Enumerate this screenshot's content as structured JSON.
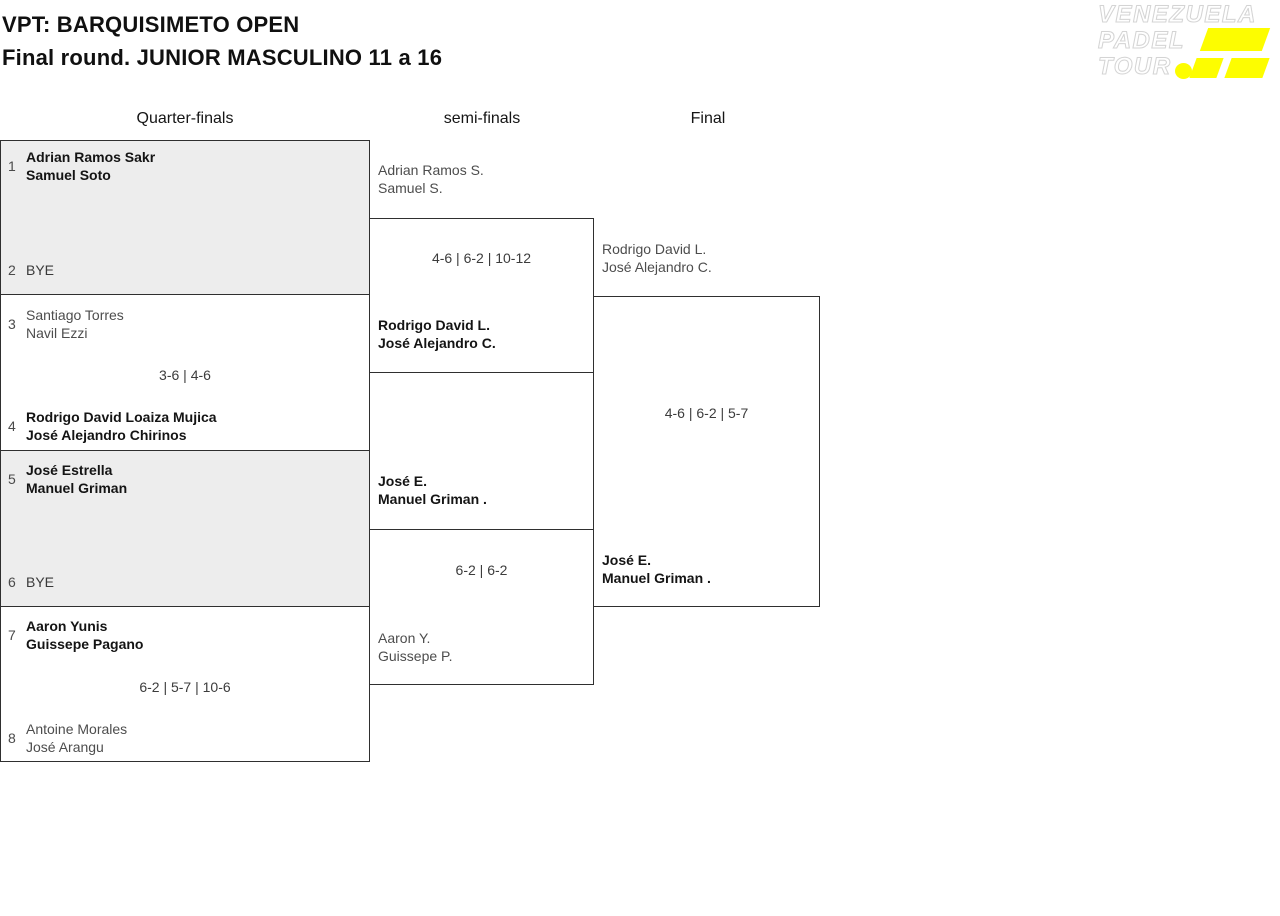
{
  "page": {
    "title_line1": "VPT: BARQUISIMETO OPEN",
    "title_line2": "Final round. JUNIOR MASCULINO 11 a 16"
  },
  "logo": {
    "text_line1": "VENEZUELA",
    "text_line2": "PADEL",
    "text_line3": "TOUR",
    "accent_yellow": "#fdfd00"
  },
  "round_headers": {
    "quarter_finals": "Quarter-finals",
    "semi_finals": "semi-finals",
    "final": "Final"
  },
  "matches": {
    "qf1": {
      "top": {
        "seed": "1",
        "names": [
          "Adrian Ramos Sakr",
          "Samuel Soto"
        ],
        "result": "winner"
      },
      "bottom": {
        "seed": "2",
        "names": [
          "BYE"
        ],
        "result": "bye"
      }
    },
    "qf2": {
      "top": {
        "seed": "3",
        "names": [
          "Santiago Torres",
          "Navil Ezzi"
        ],
        "result": "loser"
      },
      "score": "3-6 | 4-6",
      "bottom": {
        "seed": "4",
        "names": [
          "Rodrigo David Loaiza Mujica",
          "José Alejandro Chirinos"
        ],
        "result": "winner"
      }
    },
    "qf3": {
      "top": {
        "seed": "5",
        "names": [
          "José Estrella",
          "Manuel Griman"
        ],
        "result": "winner"
      },
      "bottom": {
        "seed": "6",
        "names": [
          "BYE"
        ],
        "result": "bye"
      }
    },
    "qf4": {
      "top": {
        "seed": "7",
        "names": [
          "Aaron Yunis",
          "Guissepe Pagano"
        ],
        "result": "winner"
      },
      "score": "6-2 | 5-7 | 10-6",
      "bottom": {
        "seed": "8",
        "names": [
          "Antoine Morales",
          "José Arangu"
        ],
        "result": "loser"
      }
    },
    "sf1": {
      "top": {
        "names": [
          "Adrian Ramos S.",
          "Samuel S."
        ],
        "result": "loser"
      },
      "score": "4-6 | 6-2 | 10-12",
      "bottom": {
        "names": [
          "Rodrigo David L.",
          "José Alejandro C."
        ],
        "result": "winner"
      }
    },
    "sf2": {
      "top": {
        "names": [
          "José E.",
          "Manuel Griman ."
        ],
        "result": "winner"
      },
      "score": "6-2 | 6-2",
      "bottom": {
        "names": [
          "Aaron Y.",
          "Guissepe P."
        ],
        "result": "loser"
      }
    },
    "final": {
      "top": {
        "names": [
          "Rodrigo David L.",
          "José Alejandro C."
        ],
        "result": "loser"
      },
      "score": "4-6 | 6-2 | 5-7",
      "bottom": {
        "names": [
          "José E.",
          "Manuel Griman ."
        ],
        "result": "winner"
      }
    }
  },
  "colors": {
    "bye_box_background": "#ededed",
    "box_border": "#2f2f2f",
    "winner_text": "#141414",
    "loser_text": "#4d4d4d",
    "score_text": "#3c3c3c",
    "logo_yellow": "#fdfd00"
  }
}
